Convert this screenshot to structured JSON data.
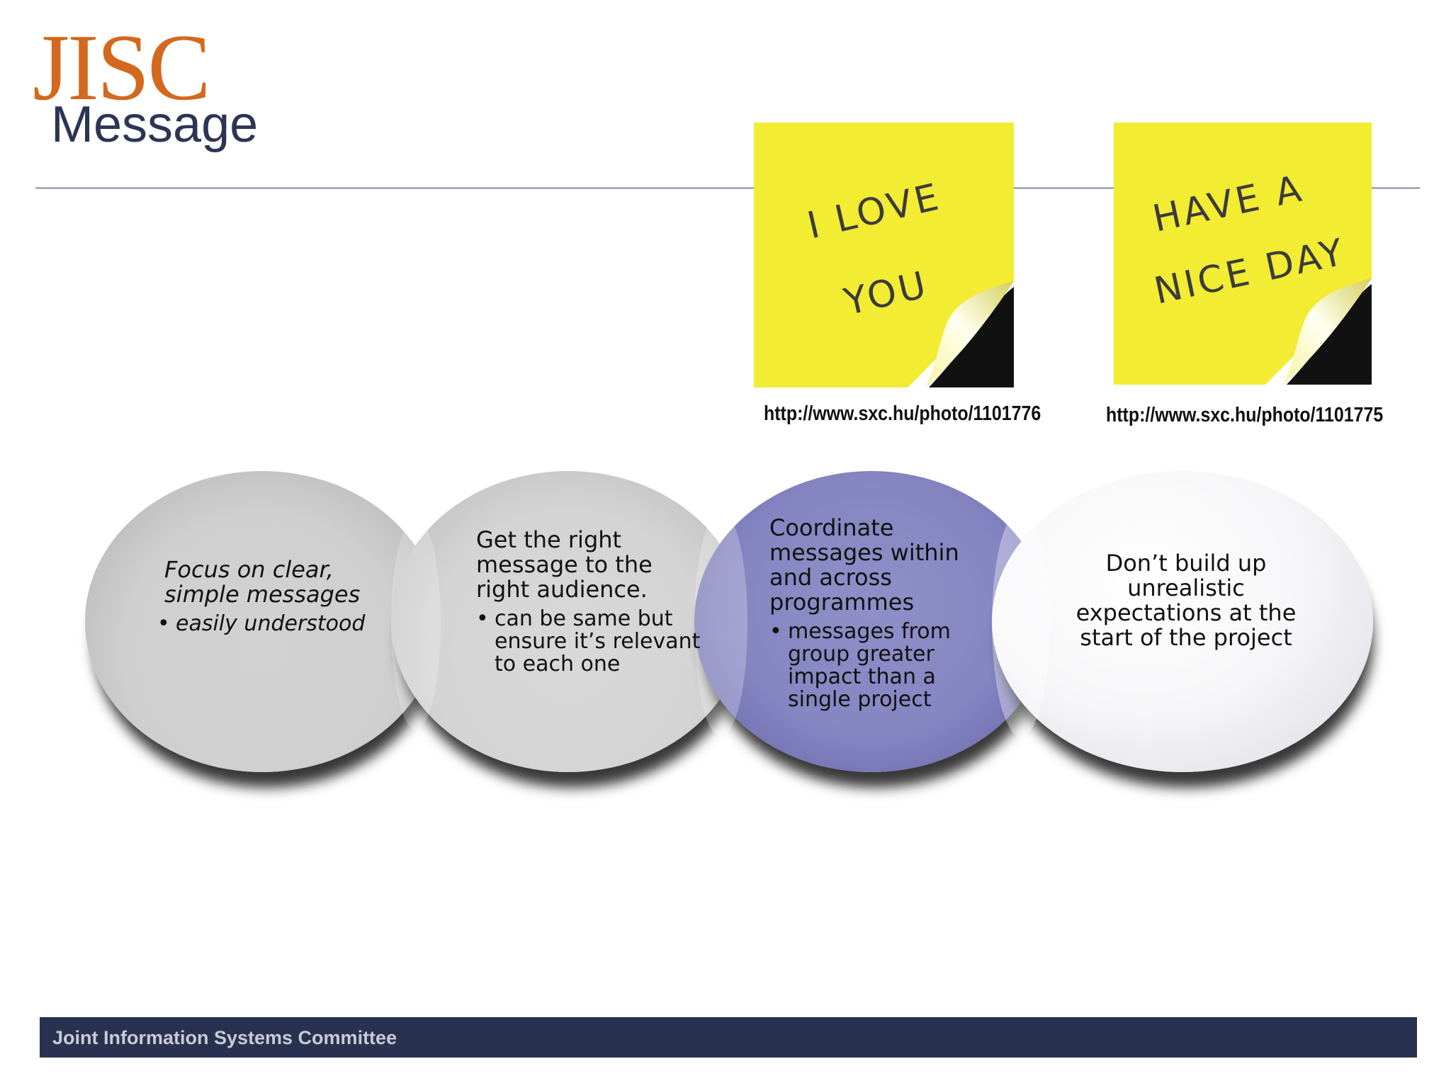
{
  "header": {
    "logo": "JISC",
    "title": "Message"
  },
  "notes": [
    {
      "line1": "I LOVE",
      "line2": "YOU",
      "credit": "http://www.sxc.hu/photo/1101776"
    },
    {
      "line1": "HAVE A",
      "line2": "NICE DAY",
      "credit": "http://www.sxc.hu/photo/1101775"
    }
  ],
  "circles": [
    {
      "heading": "Focus on clear, simple messages",
      "bullet": "easily understood"
    },
    {
      "heading": "Get the right message to the right audience.",
      "bullet": "can be same but ensure it’s relevant to each one"
    },
    {
      "heading": "Coordinate messages within and across programmes",
      "bullet": "messages from group greater impact than a single project"
    },
    {
      "heading": "Don’t build up unrealistic expectations at the start of the project",
      "bullet": ""
    }
  ],
  "footer": {
    "text": "Joint Information Systems Committee"
  },
  "colors": {
    "logo": "#d2691e",
    "title": "#2c3553",
    "note": "#f2ec32",
    "highlight_circle": "#8585c2",
    "footer_bar": "#283250"
  }
}
